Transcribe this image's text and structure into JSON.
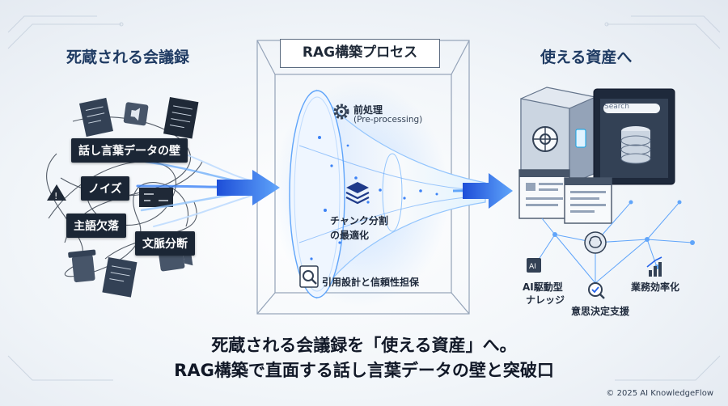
{
  "sections": {
    "left_title": "死蔵される会議録",
    "middle_title": "RAG構築プロセス",
    "right_title": "使える資産へ"
  },
  "left_tags": [
    "話し言葉データの壁",
    "ノイズ",
    "主語欠落",
    "文脈分断"
  ],
  "process_steps": [
    {
      "label": "前処理",
      "sub": "(Pre-processing)",
      "icon": "gear-icon"
    },
    {
      "label": "チャンク分割",
      "sub": "の最適化",
      "icon": "layers-icon"
    },
    {
      "label": "引用設計と信頼性担保",
      "sub": "",
      "icon": "magnifier-document-icon"
    }
  ],
  "right_labels": {
    "ai_knowledge_line1": "AI駆動型",
    "ai_knowledge_line2": "ナレッジ",
    "decision": "意思決定支援",
    "efficiency": "業務効率化",
    "search_placeholder": "Search"
  },
  "headline": {
    "line1": "死蔵される会議録を「使える資産」へ。",
    "line2": "RAG構築で直面する話し言葉データの壁と突破口"
  },
  "copyright": "© 2025 AI KnowledgeFlow",
  "colors": {
    "title": "#1f3b63",
    "tag_bg": "#1b2635",
    "flow": "#3b82f6",
    "glow": "#93c5fd"
  }
}
